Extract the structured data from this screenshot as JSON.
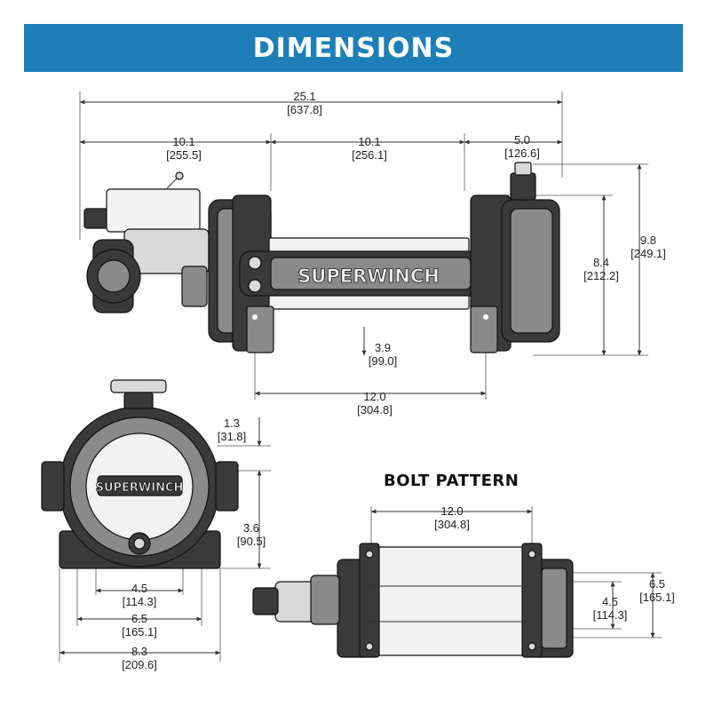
{
  "header": {
    "title": "DIMENSIONS",
    "bg_color": "#1e7fb8",
    "text_color": "#ffffff"
  },
  "brand": {
    "logo_text": "SUPERWINCH"
  },
  "top_view": {
    "overall_length": {
      "in": "25.1",
      "mm": "[637.8]"
    },
    "motor_to_drum": {
      "in": "10.1",
      "mm": "[255.5]"
    },
    "drum_length": {
      "in": "10.1",
      "mm": "[256.1]"
    },
    "end_offset": {
      "in": "5.0",
      "mm": "[126.6]"
    },
    "overall_height": {
      "in": "9.8",
      "mm": "[249.1]"
    },
    "drum_flange_height": {
      "in": "8.4",
      "mm": "[212.2]"
    },
    "base_to_center": {
      "in": "3.9",
      "mm": "[99.0]"
    },
    "mount_spacing": {
      "in": "12.0",
      "mm": "[304.8]"
    }
  },
  "end_view": {
    "top_offset": {
      "in": "1.3",
      "mm": "[31.8]"
    },
    "side_height": {
      "in": "3.6",
      "mm": "[90.5]"
    },
    "bolt_width_inner": {
      "in": "4.5",
      "mm": "[114.3]"
    },
    "bolt_width_outer": {
      "in": "6.5",
      "mm": "[165.1]"
    },
    "overall_width": {
      "in": "8.3",
      "mm": "[209.6]"
    }
  },
  "bolt_pattern": {
    "title": "BOLT PATTERN",
    "length": {
      "in": "12.0",
      "mm": "[304.8]"
    },
    "inner_width": {
      "in": "4.5",
      "mm": "[114.3]"
    },
    "outer_width": {
      "in": "6.5",
      "mm": "[165.1]"
    }
  }
}
